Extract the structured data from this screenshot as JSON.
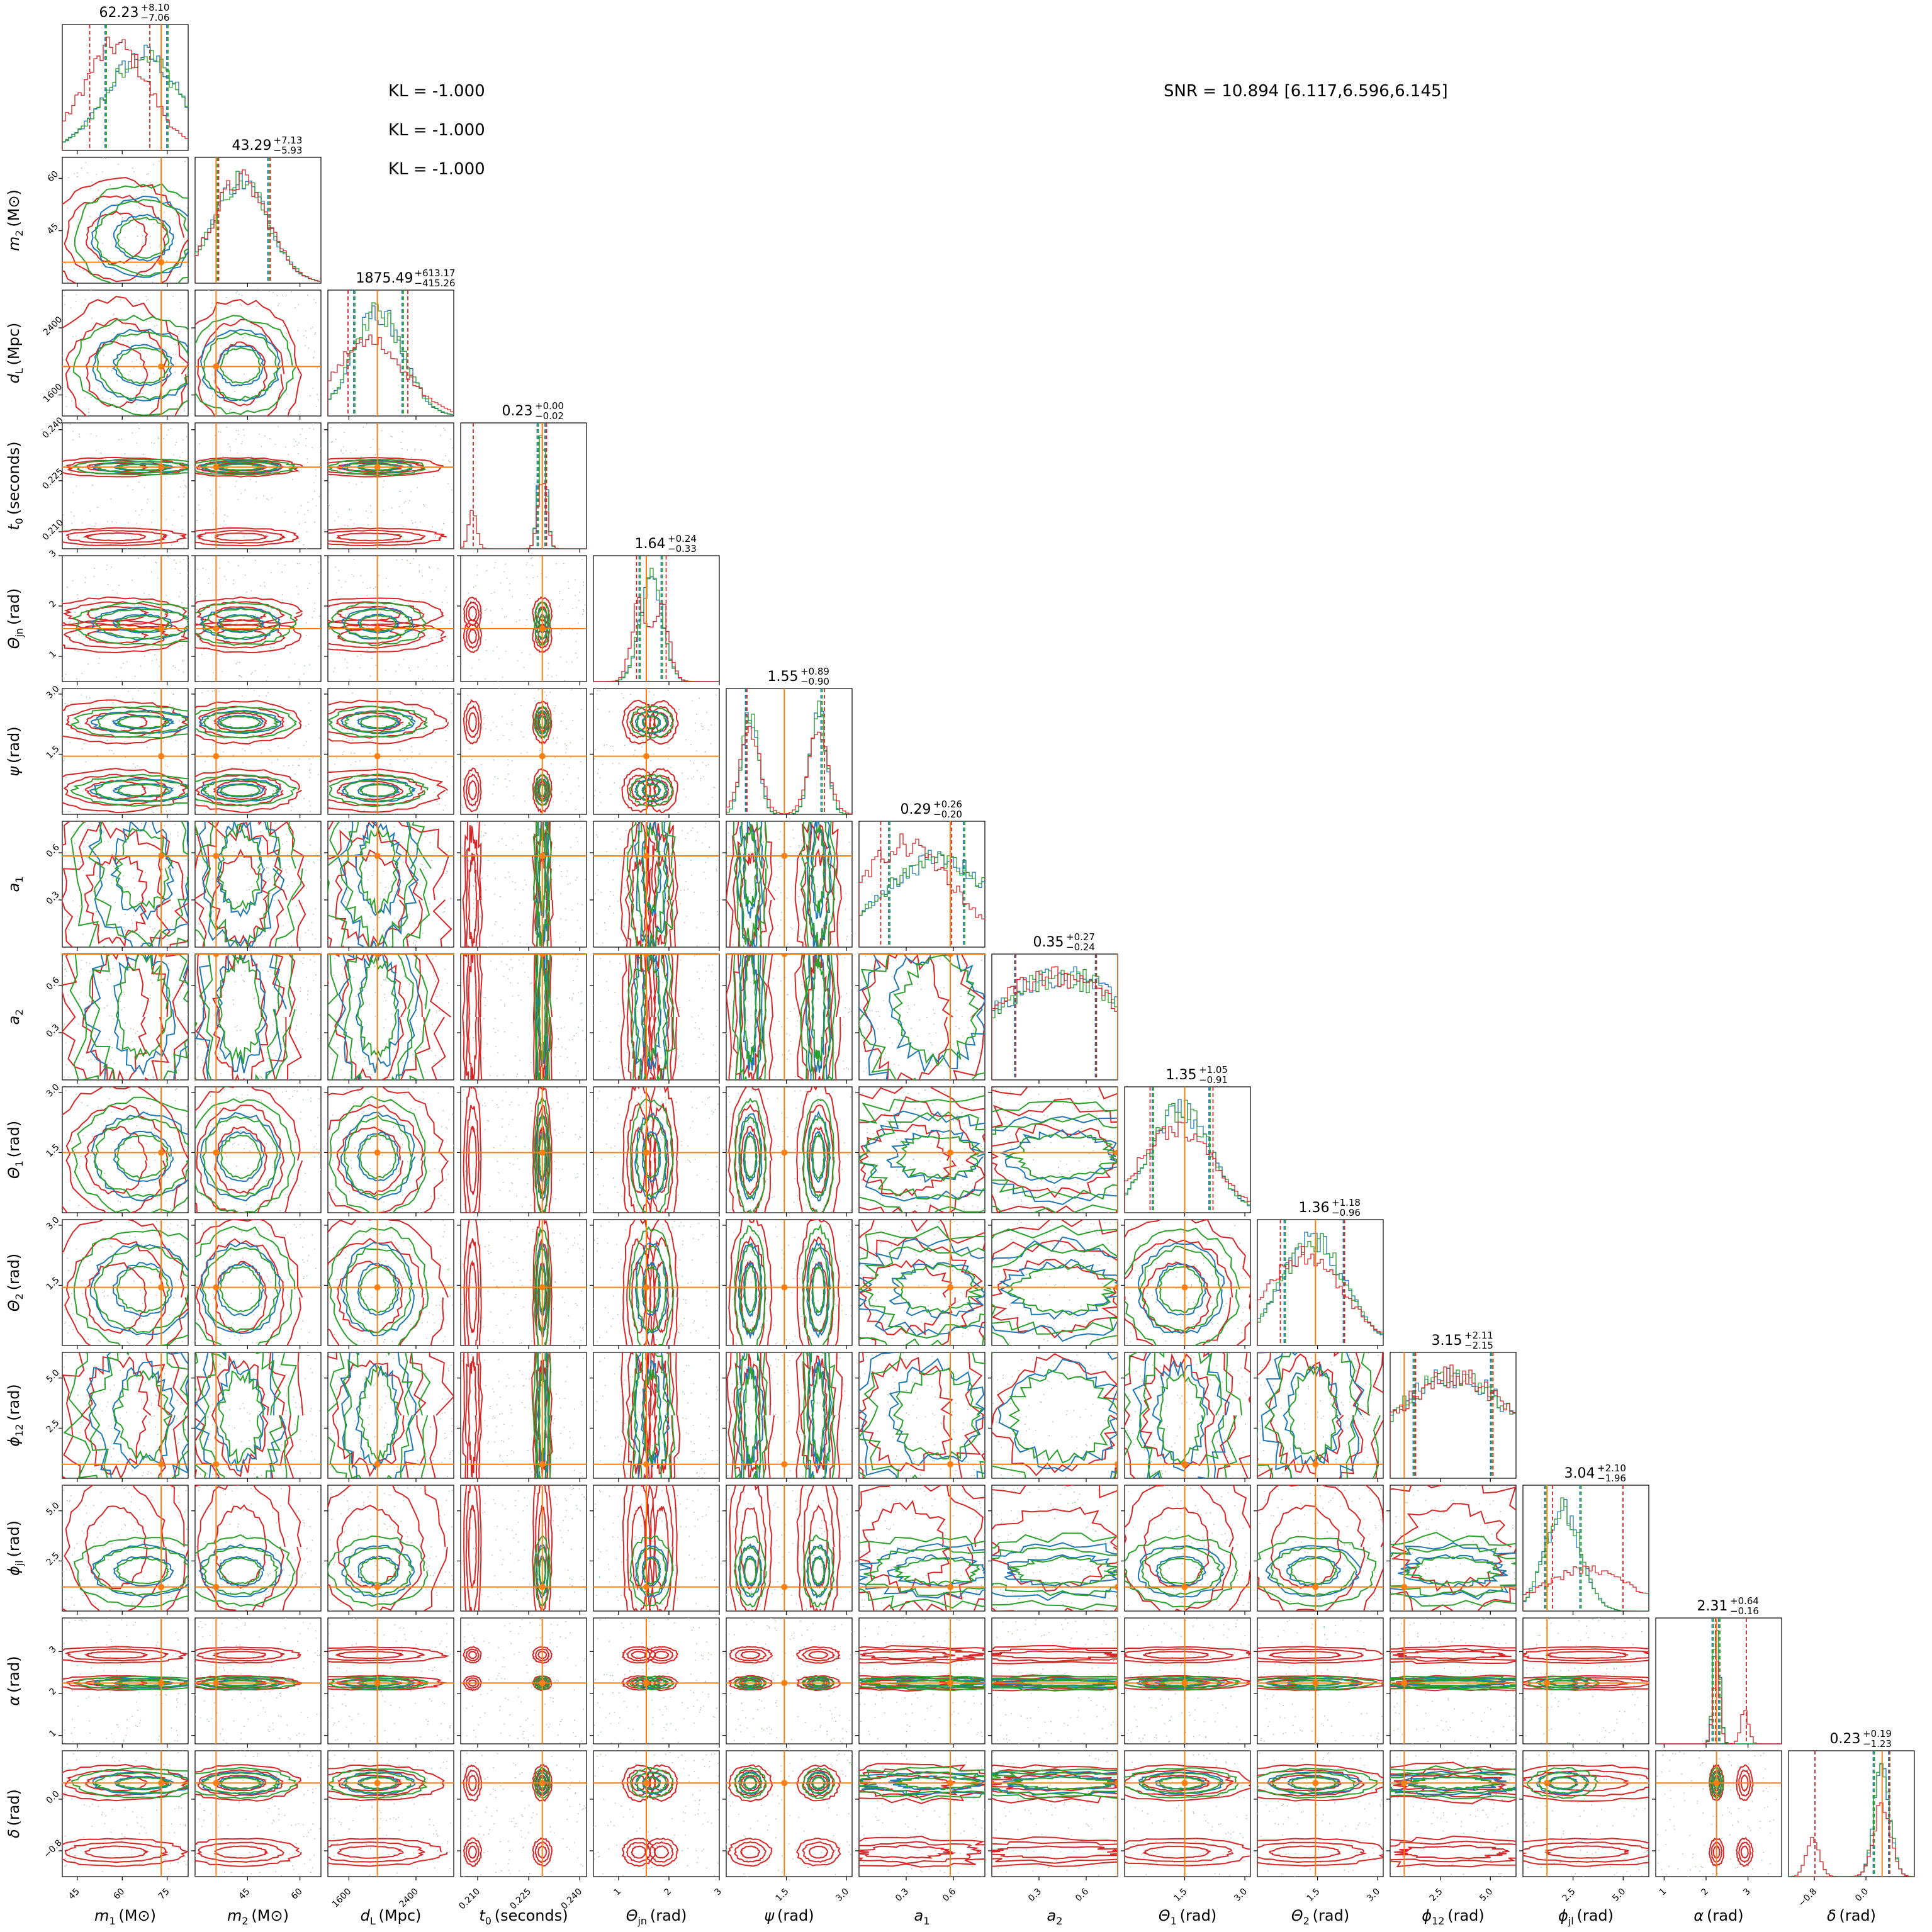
{
  "chart_data": {
    "type": "corner",
    "grid": false,
    "parameters": [
      {
        "key": "m1",
        "label": "m",
        "sub": "1",
        "unit": "(M⊙)",
        "range": [
          40,
          82
        ],
        "ticks": [
          "45",
          "60",
          "75"
        ],
        "tickvals": [
          45,
          60,
          75
        ],
        "injection": 73,
        "title": {
          "median": "62.23",
          "plus": "+8.10",
          "minus": "−7.06"
        },
        "mode": "broad",
        "peaks": [
          {
            "w": 1,
            "c": 67,
            "s": 12
          }
        ],
        "redpeaks": [
          {
            "w": 1,
            "c": 58,
            "s": 11
          }
        ]
      },
      {
        "key": "m2",
        "label": "m",
        "sub": "2",
        "unit": "(M⊙)",
        "range": [
          30,
          66
        ],
        "ticks": [
          "45",
          "60"
        ],
        "tickvals": [
          45,
          60
        ],
        "injection": 36,
        "title": {
          "median": "43.29",
          "plus": "+7.13",
          "minus": "−5.93"
        },
        "mode": "broad",
        "peaks": [
          {
            "w": 1,
            "c": 43,
            "s": 8
          }
        ],
        "redpeaks": [
          {
            "w": 1,
            "c": 43,
            "s": 8
          }
        ]
      },
      {
        "key": "dL",
        "label": "d",
        "sub": "L",
        "unit": "(Mpc)",
        "range": [
          1350,
          2850
        ],
        "ticks": [
          "1600",
          "2400"
        ],
        "tickvals": [
          1600,
          2400
        ],
        "injection": 1940,
        "title": {
          "median": "1875.49",
          "plus": "+613.17",
          "minus": "−415.26"
        },
        "mode": "broad",
        "peaks": [
          {
            "w": 1,
            "c": 1950,
            "s": 300
          }
        ],
        "redpeaks": [
          {
            "w": 1,
            "c": 1850,
            "s": 420
          }
        ]
      },
      {
        "key": "t0",
        "label": "t",
        "sub": "0",
        "unit": "(seconds)",
        "range": [
          0.205,
          0.242
        ],
        "ticks": [
          "0.210",
          "0.225",
          "0.240"
        ],
        "tickvals": [
          0.21,
          0.225,
          0.24
        ],
        "injection": 0.229,
        "title": {
          "median": "0.23",
          "plus": "+0.00",
          "minus": "−0.02"
        },
        "mode": "bimodal",
        "peaks": [
          {
            "w": 1,
            "c": 0.229,
            "s": 0.0012
          }
        ],
        "redpeaks": [
          {
            "w": 0.35,
            "c": 0.2085,
            "s": 0.0012
          },
          {
            "w": 0.65,
            "c": 0.229,
            "s": 0.0013
          }
        ]
      },
      {
        "key": "thetajn",
        "label": "Θ",
        "sub": "jn",
        "unit": "(rad)",
        "range": [
          0.5,
          3.0
        ],
        "ticks": [
          "1",
          "2",
          "3"
        ],
        "tickvals": [
          1,
          2,
          3
        ],
        "injection": 1.55,
        "title": {
          "median": "1.64",
          "plus": "+0.24",
          "minus": "−0.33"
        },
        "mode": "narrow",
        "peaks": [
          {
            "w": 1,
            "c": 1.65,
            "s": 0.22
          }
        ],
        "redpeaks": [
          {
            "w": 0.5,
            "c": 1.4,
            "s": 0.15
          },
          {
            "w": 0.5,
            "c": 1.85,
            "s": 0.15
          }
        ]
      },
      {
        "key": "psi",
        "label": "ψ",
        "sub": "",
        "unit": "(rad)",
        "range": [
          0,
          3.14
        ],
        "ticks": [
          "1.5",
          "3.0"
        ],
        "tickvals": [
          1.5,
          3.0
        ],
        "injection": 1.45,
        "title": {
          "median": "1.55",
          "plus": "+0.89",
          "minus": "−0.90"
        },
        "mode": "bimodal",
        "peaks": [
          {
            "w": 0.5,
            "c": 0.6,
            "s": 0.2
          },
          {
            "w": 0.5,
            "c": 2.3,
            "s": 0.2
          }
        ],
        "redpeaks": [
          {
            "w": 0.5,
            "c": 0.6,
            "s": 0.25
          },
          {
            "w": 0.5,
            "c": 2.3,
            "s": 0.25
          }
        ]
      },
      {
        "key": "a1",
        "label": "a",
        "sub": "1",
        "unit": "",
        "range": [
          0,
          0.8
        ],
        "ticks": [
          "0.3",
          "0.6"
        ],
        "tickvals": [
          0.3,
          0.6
        ],
        "injection": 0.58,
        "title": {
          "median": "0.29",
          "plus": "+0.26",
          "minus": "−0.20"
        },
        "mode": "flat",
        "peaks": [
          {
            "w": 1,
            "c": 0.5,
            "s": 0.35
          }
        ],
        "redpeaks": [
          {
            "w": 1,
            "c": 0.3,
            "s": 0.3
          }
        ]
      },
      {
        "key": "a2",
        "label": "a",
        "sub": "2",
        "unit": "",
        "range": [
          0,
          0.8
        ],
        "ticks": [
          "0.3",
          "0.6"
        ],
        "tickvals": [
          0.3,
          0.6
        ],
        "injection": 0.8,
        "title": {
          "median": "0.35",
          "plus": "+0.27",
          "minus": "−0.24"
        },
        "mode": "flat",
        "peaks": [
          {
            "w": 1,
            "c": 0.45,
            "s": 0.5
          }
        ],
        "redpeaks": [
          {
            "w": 1,
            "c": 0.4,
            "s": 0.5
          }
        ]
      },
      {
        "key": "theta1",
        "label": "Θ",
        "sub": "1",
        "unit": "(rad)",
        "range": [
          0,
          3.14
        ],
        "ticks": [
          "1.5",
          "3.0"
        ],
        "tickvals": [
          1.5,
          3.0
        ],
        "injection": 1.5,
        "title": {
          "median": "1.35",
          "plus": "+1.05",
          "minus": "−0.91"
        },
        "mode": "broad",
        "peaks": [
          {
            "w": 1,
            "c": 1.4,
            "s": 0.75
          }
        ],
        "redpeaks": [
          {
            "w": 1,
            "c": 1.3,
            "s": 0.9
          }
        ]
      },
      {
        "key": "theta2",
        "label": "Θ",
        "sub": "2",
        "unit": "(rad)",
        "range": [
          0,
          3.14
        ],
        "ticks": [
          "1.5",
          "3.0"
        ],
        "tickvals": [
          1.5,
          3.0
        ],
        "injection": 1.45,
        "title": {
          "median": "1.36",
          "plus": "+1.18",
          "minus": "−0.96"
        },
        "mode": "broad",
        "peaks": [
          {
            "w": 1,
            "c": 1.4,
            "s": 0.8
          }
        ],
        "redpeaks": [
          {
            "w": 1,
            "c": 1.2,
            "s": 0.95
          }
        ]
      },
      {
        "key": "phi12",
        "label": "ϕ",
        "sub": "12",
        "unit": "(rad)",
        "range": [
          0,
          6.28
        ],
        "ticks": [
          "2.5",
          "5.0"
        ],
        "tickvals": [
          2.5,
          5.0
        ],
        "injection": 0.7,
        "title": {
          "median": "3.15",
          "plus": "+2.11",
          "minus": "−2.15"
        },
        "mode": "flat",
        "peaks": [
          {
            "w": 1,
            "c": 3.14,
            "s": 3.0
          }
        ],
        "redpeaks": [
          {
            "w": 1,
            "c": 3.14,
            "s": 3.0
          }
        ]
      },
      {
        "key": "phijl",
        "label": "ϕ",
        "sub": "jl",
        "unit": "(rad)",
        "range": [
          0,
          6.28
        ],
        "ticks": [
          "2.5",
          "5.0"
        ],
        "tickvals": [
          2.5,
          5.0
        ],
        "injection": 1.2,
        "title": {
          "median": "3.04",
          "plus": "+2.10",
          "minus": "−1.96"
        },
        "mode": "broad",
        "peaks": [
          {
            "w": 1,
            "c": 2.0,
            "s": 0.9
          }
        ],
        "redpeaks": [
          {
            "w": 1,
            "c": 3.2,
            "s": 2.2
          }
        ]
      },
      {
        "key": "alpha",
        "label": "α",
        "sub": "",
        "unit": "(rad)",
        "range": [
          0.8,
          3.8
        ],
        "ticks": [
          "1",
          "2",
          "3"
        ],
        "tickvals": [
          1,
          2,
          3
        ],
        "injection": 2.25,
        "title": {
          "median": "2.31",
          "plus": "+0.64",
          "minus": "−0.16"
        },
        "mode": "narrow",
        "peaks": [
          {
            "w": 1,
            "c": 2.25,
            "s": 0.08
          }
        ],
        "redpeaks": [
          {
            "w": 0.65,
            "c": 2.25,
            "s": 0.08
          },
          {
            "w": 0.35,
            "c": 2.92,
            "s": 0.09
          }
        ]
      },
      {
        "key": "delta",
        "label": "δ",
        "sub": "",
        "unit": "(rad)",
        "range": [
          -1.2,
          0.75
        ],
        "ticks": [
          "−0.8",
          "0.0"
        ],
        "tickvals": [
          -0.8,
          0.0
        ],
        "injection": 0.25,
        "title": {
          "median": "0.23",
          "plus": "+0.19",
          "minus": "−1.23"
        },
        "mode": "bimodal",
        "peaks": [
          {
            "w": 1,
            "c": 0.25,
            "s": 0.12
          }
        ],
        "redpeaks": [
          {
            "w": 0.3,
            "c": -0.82,
            "s": 0.1
          },
          {
            "w": 0.7,
            "c": 0.25,
            "s": 0.13
          }
        ]
      }
    ],
    "series": [
      {
        "color": "#1f77b4"
      },
      {
        "color": "#2ca02c"
      },
      {
        "color": "#d62728"
      }
    ],
    "injection_color": "#ff7f0e"
  },
  "annotations": {
    "kl": [
      "KL = -1.000",
      "KL = -1.000",
      "KL = -1.000"
    ],
    "snr": "SNR = 10.894 [6.117,6.596,6.145]"
  }
}
